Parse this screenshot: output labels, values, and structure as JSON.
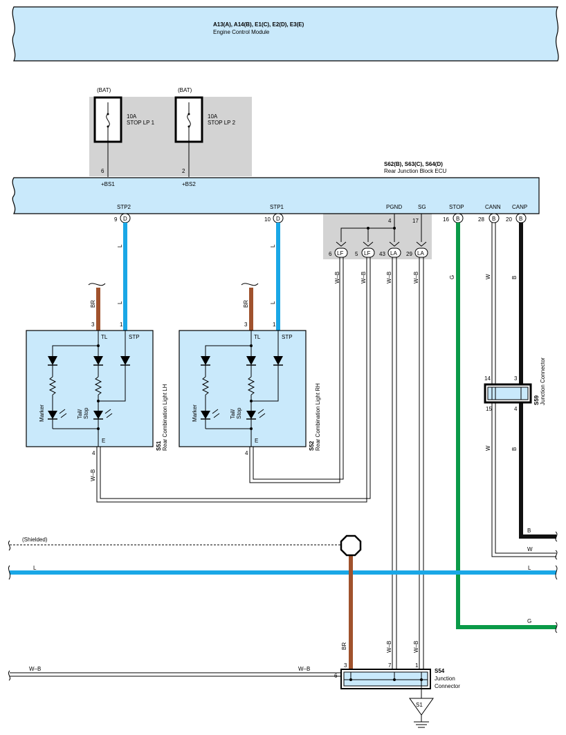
{
  "ecm": {
    "codes": "A13(A), A14(B), E1(C), E2(D), E3(E)",
    "name": "Engine Control Module"
  },
  "fuse1": {
    "supply": "(BAT)",
    "rating": "10A",
    "name": "STOP LP 1",
    "pin": "6",
    "terminal": "+BS1"
  },
  "fuse2": {
    "supply": "(BAT)",
    "rating": "10A",
    "name": "STOP LP 2",
    "pin": "2",
    "terminal": "+BS2"
  },
  "rjb": {
    "codes": "S62(B), S63(C), S64(D)",
    "name": "Rear Junction Block ECU"
  },
  "ecu_pins": [
    {
      "label": "STP2",
      "pin": "9",
      "conn": "D"
    },
    {
      "label": "STP1",
      "pin": "10",
      "conn": "D"
    },
    {
      "label": "PGND",
      "pin": "4"
    },
    {
      "label": "SG",
      "pin": "17"
    },
    {
      "label": "STOP",
      "pin": "16",
      "conn": "B"
    },
    {
      "label": "CANN",
      "pin": "28",
      "conn": "B"
    },
    {
      "label": "CANP",
      "pin": "20",
      "conn": "B"
    }
  ],
  "sub_pins": [
    {
      "pin": "6",
      "conn": "LF"
    },
    {
      "pin": "5",
      "conn": "LF"
    },
    {
      "pin": "43",
      "conn": "LA"
    },
    {
      "pin": "29",
      "conn": "LA"
    }
  ],
  "wire_colors": {
    "L": "L",
    "BR": "BR",
    "WB": "W–B",
    "G": "G",
    "W": "W",
    "B": "B"
  },
  "lamp_lh": {
    "code": "S51",
    "name": "Rear Combination Light LH",
    "tl": "TL",
    "stp": "STP",
    "e": "E",
    "pin_tl": "3",
    "pin_stp": "1",
    "pin_e": "4",
    "marker": "Marker",
    "tail1": "Tail/",
    "tail2": "Stop"
  },
  "lamp_rh": {
    "code": "S52",
    "name": "Rear Combination Light RH",
    "tl": "TL",
    "stp": "STP",
    "e": "E",
    "pin_tl": "3",
    "pin_stp": "1",
    "pin_e": "4",
    "marker": "Marker",
    "tail1": "Tail/",
    "tail2": "Stop"
  },
  "s59": {
    "code": "S59",
    "name": "Junction Connector",
    "pins": [
      "14",
      "15",
      "3",
      "4"
    ]
  },
  "s54": {
    "code": "S54",
    "name1": "Junction",
    "name2": "Connector",
    "pins": [
      "3",
      "7",
      "1",
      "6"
    ]
  },
  "shielded": "(Shielded)",
  "ground": "S1",
  "colors": {
    "body": "#c9e9fb",
    "blue": "#1aa7e6",
    "brown": "#a0522d",
    "green": "#0a9a48",
    "gray": "#d3d3d3"
  }
}
